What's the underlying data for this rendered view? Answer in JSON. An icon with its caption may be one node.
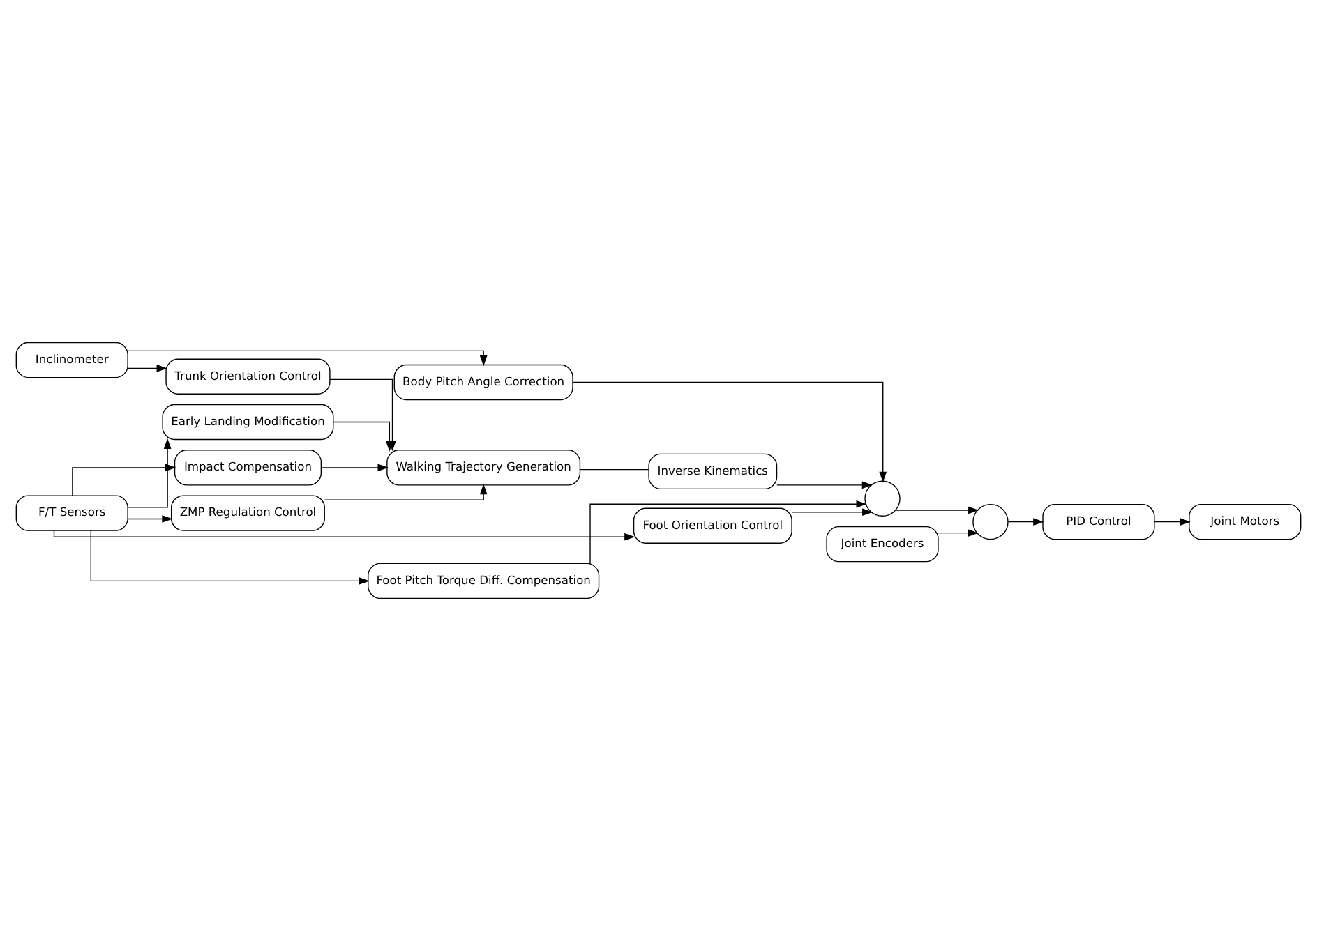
{
  "diagram": {
    "nodes": [
      {
        "text": [
          "Inclinometer"
        ]
      },
      {
        "text": [
          "Body Pitch Angle Correction"
        ]
      },
      {
        "text": [
          "Trunk Orientation Control"
        ]
      },
      {
        "text": [
          "Walking Trajectory Generation"
        ]
      },
      {
        "text": [
          "Early Landing Modification"
        ]
      },
      {
        "text": [
          "F/T Sensors"
        ]
      },
      {
        "text": [
          "Impact Compensation"
        ]
      },
      {
        "text": [
          "Inverse Kinematics"
        ]
      },
      {
        "text": [
          "ZMP Regulation Control"
        ]
      },
      {
        "text": [
          "Foot Orientation Control"
        ]
      },
      {
        "text": [
          "Foot Pitch Torque Diff. Compensation"
        ]
      },
      {
        "text": [],
        "shape": "circle"
      },
      {
        "text": [
          "Joint Encoders"
        ]
      },
      {
        "text": [],
        "shape": "circle"
      },
      {
        "text": [
          "Joint Motors"
        ]
      },
      {
        "text": [
          "PID Control"
        ]
      }
    ],
    "edges": [
      {
        "from": 0,
        "to": 1,
        "arrow": "to"
      },
      {
        "from": 0,
        "to": 2,
        "arrow": "to"
      },
      {
        "from": 5,
        "to": 4,
        "arrow": "to"
      },
      {
        "from": 5,
        "to": 6,
        "arrow": "to"
      },
      {
        "from": 5,
        "to": 8,
        "arrow": "to"
      },
      {
        "from": 5,
        "to": 9,
        "arrow": "to"
      },
      {
        "from": 5,
        "to": 10,
        "arrow": "to"
      },
      {
        "from": 2,
        "to": 3,
        "arrow": "to"
      },
      {
        "from": 4,
        "to": 3,
        "arrow": "to"
      },
      {
        "from": 6,
        "to": 3,
        "arrow": "to"
      },
      {
        "from": 8,
        "to": 3,
        "arrow": "to"
      },
      {
        "from": 3,
        "to": 7,
        "arrow": "none"
      },
      {
        "from": 7,
        "to": 11,
        "arrow": "to"
      },
      {
        "from": 1,
        "to": 11,
        "arrow": "to"
      },
      {
        "from": 9,
        "to": 11,
        "arrow": "to"
      },
      {
        "from": 10,
        "to": 11,
        "arrow": "to"
      },
      {
        "from": 11,
        "to": 13,
        "arrow": "to"
      },
      {
        "from": 12,
        "to": 13,
        "arrow": "to"
      },
      {
        "from": 13,
        "to": 15,
        "arrow": "to"
      },
      {
        "from": 15,
        "to": 14,
        "arrow": "to"
      }
    ]
  }
}
